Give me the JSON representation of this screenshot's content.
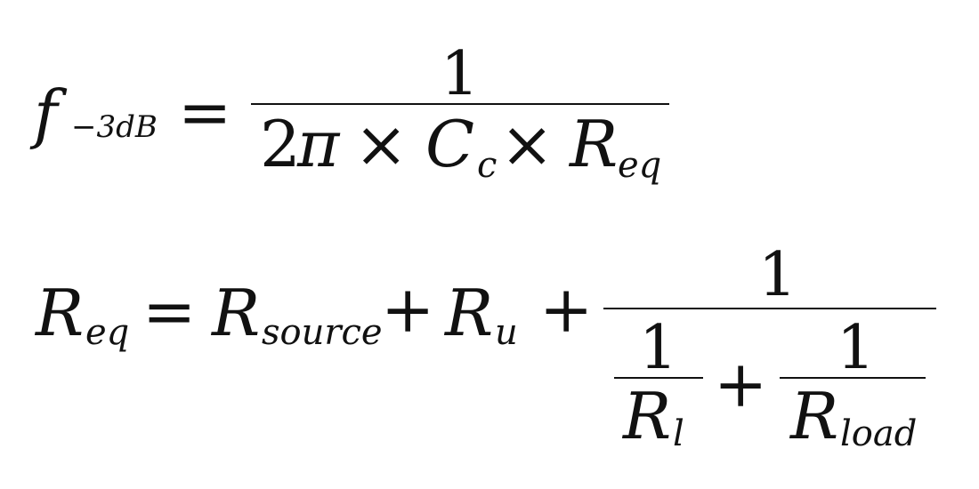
{
  "equation1": {
    "lhs_symbol": "f",
    "lhs_subscript": "−3dB",
    "equals": "=",
    "numerator": "1",
    "denominator": {
      "two": "2",
      "pi": "π",
      "times1": "×",
      "c": "C",
      "c_sub": "c",
      "times2": "×",
      "r": "R",
      "r_sub": "eq"
    }
  },
  "equation2": {
    "lhs_symbol": "R",
    "lhs_subscript": "eq",
    "equals": "=",
    "term1_symbol": "R",
    "term1_subscript": "source",
    "plus1": "+",
    "term2_symbol": "R",
    "term2_subscript": "u",
    "plus2": "+",
    "fraction": {
      "numerator": "1",
      "left_num": "1",
      "left_den_symbol": "R",
      "left_den_sub": "l",
      "plus": "+",
      "right_num": "1",
      "right_den_symbol": "R",
      "right_den_sub": "load"
    }
  }
}
